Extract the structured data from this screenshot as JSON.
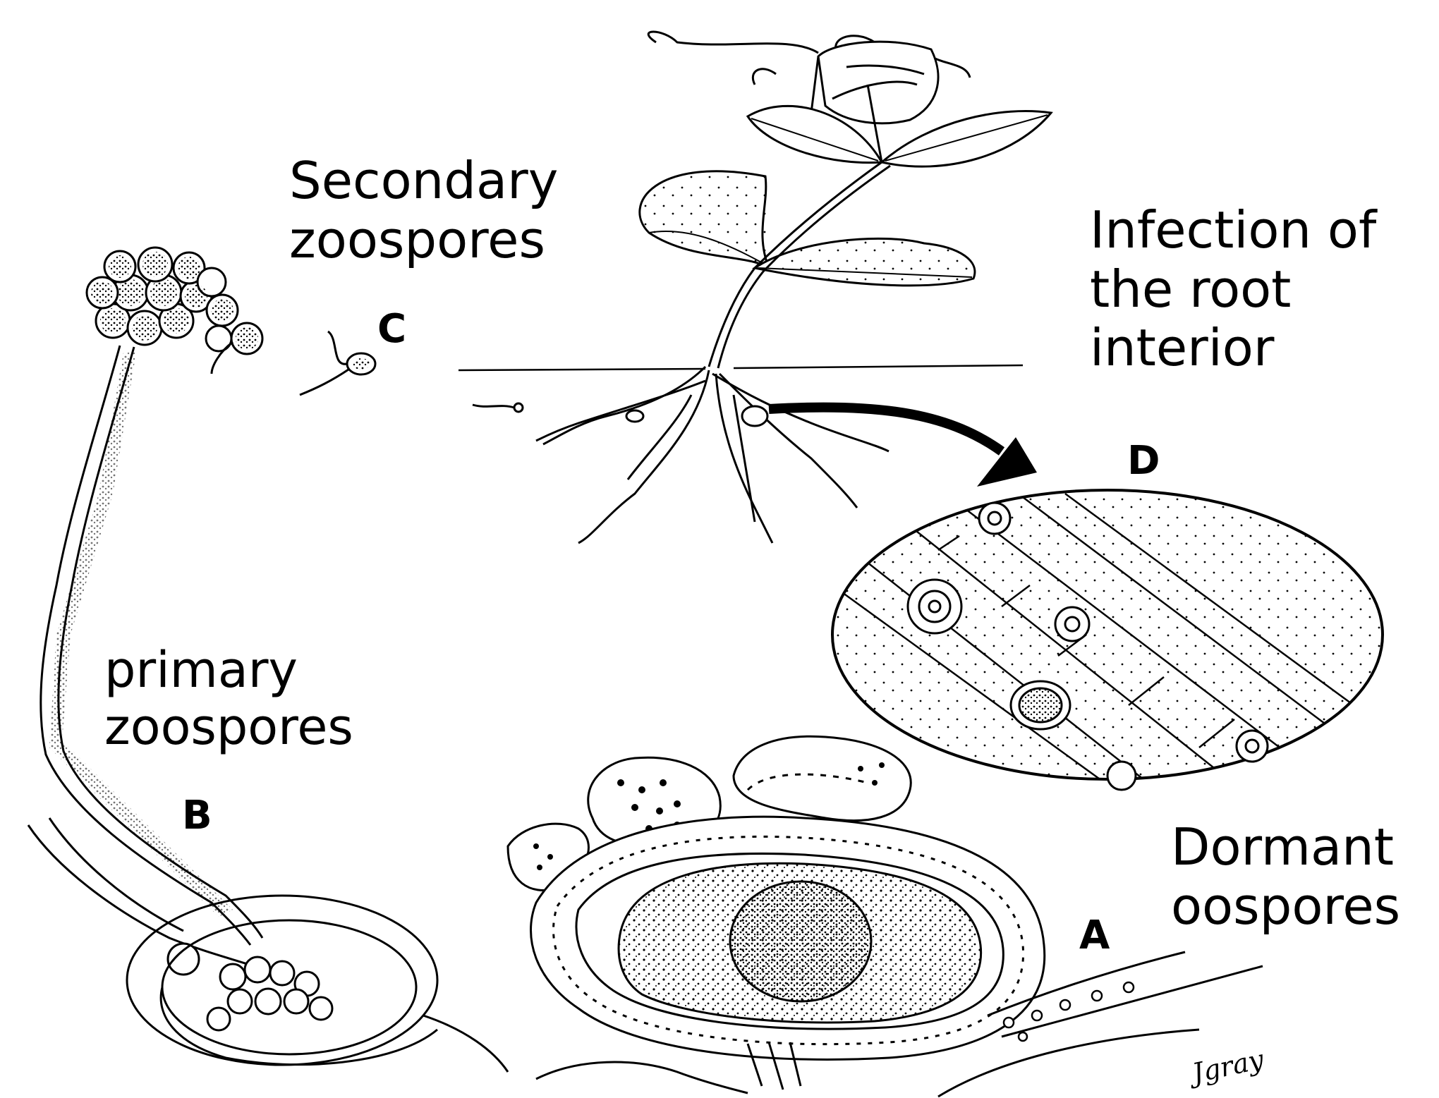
{
  "labels": {
    "secondary_zoospores": [
      "Secondary",
      "zoospores"
    ],
    "infection": [
      "Infection of",
      "the root",
      "interior"
    ],
    "primary_zoospores": [
      "primary",
      "zoospores"
    ],
    "dormant_oospores": [
      "Dormant",
      "oospores"
    ]
  },
  "stage_letters": {
    "a": "A",
    "b": "B",
    "c": "C",
    "d": "D"
  },
  "signature": "Jgray",
  "colors": {
    "ink": "#000000",
    "background": "#ffffff"
  }
}
